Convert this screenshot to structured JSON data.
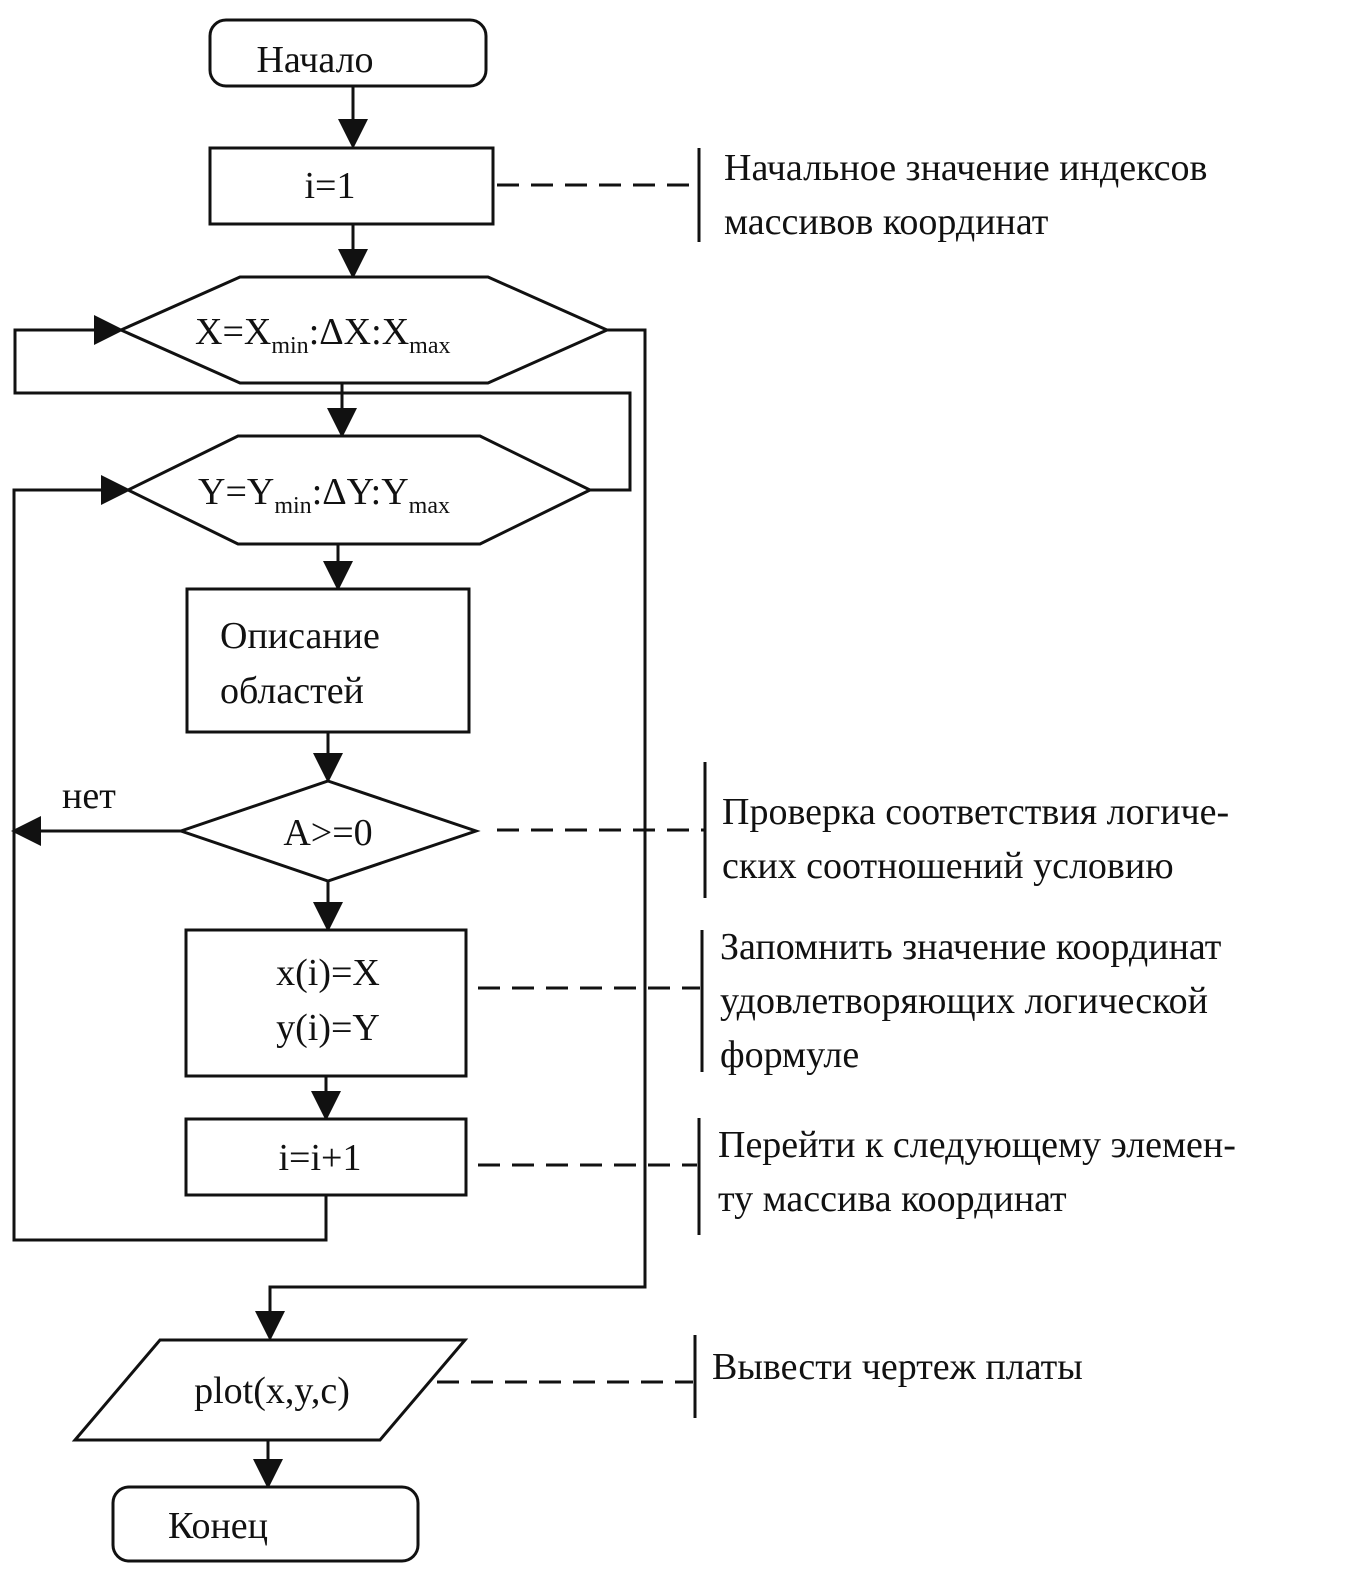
{
  "flowchart": {
    "start": "Начало",
    "init": "i=1",
    "loop_x": {
      "var": "X",
      "eq": "=",
      "base1": "X",
      "sub1": "min",
      "sep1": ":",
      "delta": "ΔX",
      "sep2": ":",
      "base2": "X",
      "sub2": "max"
    },
    "loop_y": {
      "var": "Y",
      "eq": "=",
      "base1": "Y",
      "sub1": "min",
      "sep1": ":",
      "delta": "ΔY",
      "sep2": ":",
      "base2": "Y",
      "sub2": "max"
    },
    "describe": {
      "line1": "Описание",
      "line2": "областей"
    },
    "condition": "A>=0",
    "no_label": "нет",
    "store": {
      "line1": "x(i)=X",
      "line2": "y(i)=Y"
    },
    "increment": "i=i+1",
    "output": "plot(x,y,c)",
    "end": "Конец"
  },
  "notes": {
    "init": {
      "line1": "Начальное значение индексов",
      "line2": "массивов координат"
    },
    "condition": {
      "line1": "Проверка соответствия логиче-",
      "line2": "ских соотношений условию"
    },
    "store": {
      "line1": "Запомнить значение координат",
      "line2": "удовлетворяющих логической",
      "line3": "формуле"
    },
    "increment": {
      "line1": "Перейти к следующему элемен-",
      "line2": "ту массива координат"
    },
    "output": {
      "line1": "Вывести чертеж платы"
    }
  }
}
